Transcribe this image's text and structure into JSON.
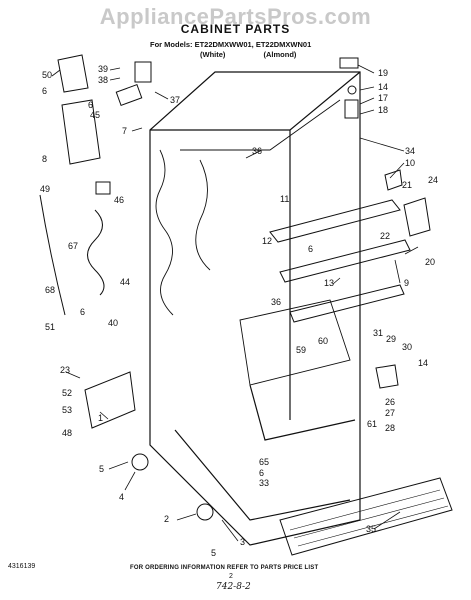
{
  "header": {
    "watermark": "AppliancePartsPros.com",
    "title": "CABINET PARTS",
    "models_line": "For Models: ET22DMXWW01, ET22DMXWN01",
    "color_white": "(White)",
    "color_almond": "(Almond)"
  },
  "callouts": [
    "50",
    "6",
    "39",
    "38",
    "37",
    "45",
    "7",
    "6",
    "8",
    "49",
    "46",
    "36",
    "19",
    "14",
    "17",
    "18",
    "34",
    "10",
    "11",
    "21",
    "24",
    "22",
    "12",
    "6",
    "20",
    "13",
    "9",
    "67",
    "44",
    "40",
    "6",
    "68",
    "51",
    "36",
    "59",
    "60",
    "31",
    "29",
    "30",
    "14",
    "23",
    "52",
    "53",
    "48",
    "1",
    "26",
    "27",
    "28",
    "61",
    "5",
    "4",
    "65",
    "6",
    "33",
    "2",
    "5",
    "3",
    "35"
  ],
  "footer": {
    "part_code": "4316139",
    "ordering_note": "FOR ORDERING INFORMATION REFER TO PARTS PRICE LIST",
    "page_number": "2",
    "handwritten_code": "742-8-2"
  }
}
